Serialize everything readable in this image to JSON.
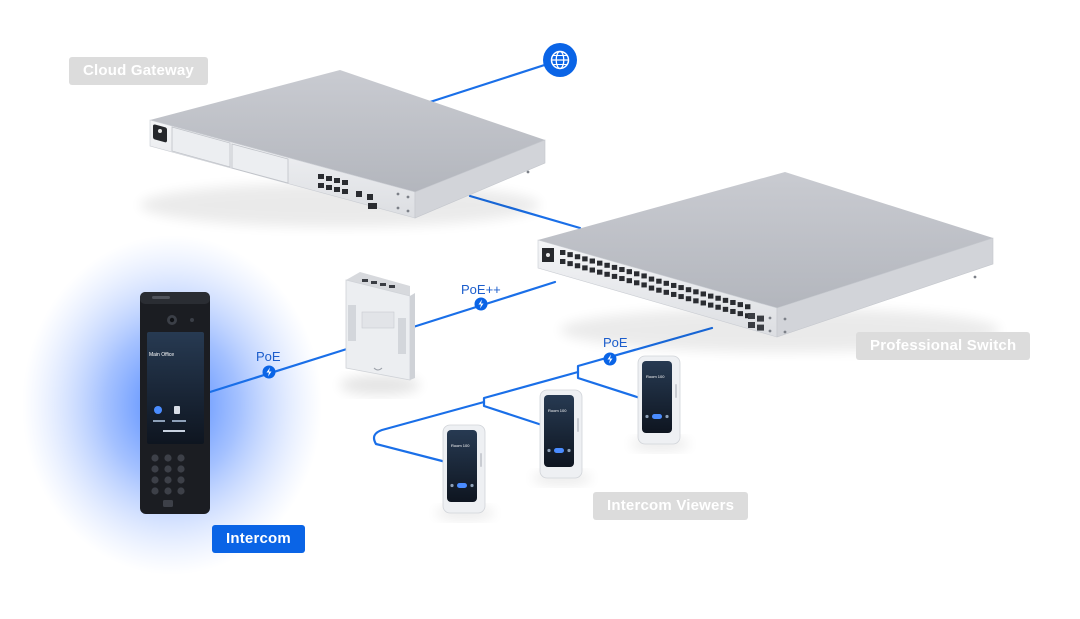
{
  "labels": {
    "cloud_gateway": "Cloud Gateway",
    "professional_switch": "Professional Switch",
    "intercom": "Intercom",
    "intercom_viewers": "Intercom Viewers"
  },
  "links": {
    "poe_intercom": "PoE",
    "poe_plus_plus": "PoE++",
    "poe_viewers": "PoE"
  },
  "intercom_screen": {
    "title": "Main Office"
  },
  "viewer_screen": {
    "title": "Room 100"
  },
  "icons": {
    "internet": "globe-icon",
    "power": "lightning-bolt-icon"
  },
  "colors": {
    "accent": "#0a64e6",
    "cable": "#1a6fe8",
    "label_grey": "#dcdcdc",
    "device_body": "#e9eaee"
  }
}
